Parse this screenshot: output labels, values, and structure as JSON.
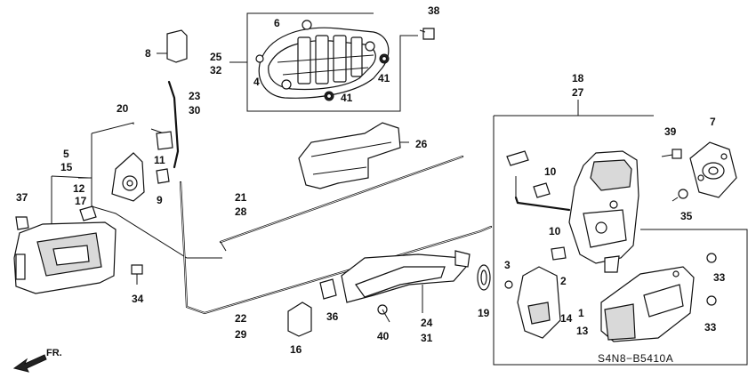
{
  "diagram_code": "S4N8−B5410A",
  "direction_indicator": "FR.",
  "callouts": {
    "c1": "1",
    "c2": "2",
    "c3": "3",
    "c4": "4",
    "c5": "5",
    "c6": "6",
    "c7": "7",
    "c8": "8",
    "c9": "9",
    "c10a": "10",
    "c10b": "10",
    "c11": "11",
    "c12": "12",
    "c13": "13",
    "c14": "14",
    "c15": "15",
    "c16": "16",
    "c17": "17",
    "c18": "18",
    "c19": "19",
    "c20": "20",
    "c21": "21",
    "c22": "22",
    "c23": "23",
    "c24": "24",
    "c25": "25",
    "c26": "26",
    "c27": "27",
    "c28": "28",
    "c29": "29",
    "c30": "30",
    "c31": "31",
    "c32": "32",
    "c33a": "33",
    "c33b": "33",
    "c34": "34",
    "c35": "35",
    "c36": "36",
    "c37": "37",
    "c38": "38",
    "c39": "39",
    "c40": "40",
    "c41a": "41",
    "c41b": "41"
  }
}
